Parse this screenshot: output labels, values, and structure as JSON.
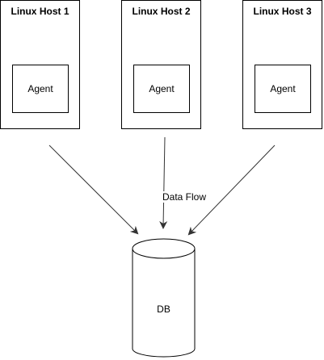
{
  "hosts": [
    {
      "title": "Linux Host 1",
      "agent": "Agent"
    },
    {
      "title": "Linux Host 2",
      "agent": "Agent"
    },
    {
      "title": "Linux Host 3",
      "agent": "Agent"
    }
  ],
  "edge_label": "Data Flow",
  "database": {
    "label": "DB"
  },
  "colors": {
    "stroke": "#000000",
    "edge": "#333333",
    "fill": "#ffffff"
  }
}
